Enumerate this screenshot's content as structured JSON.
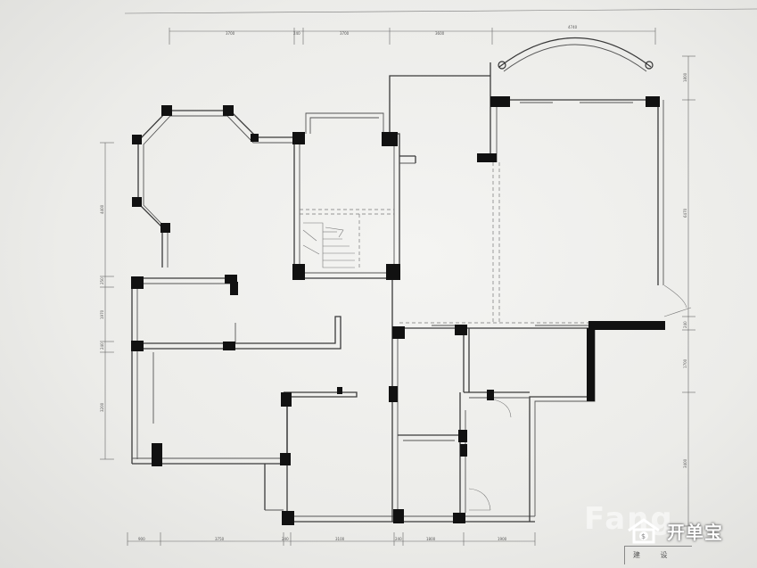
{
  "dimensions": {
    "top": [
      "3700",
      "240",
      "3700",
      "3600",
      "4740"
    ],
    "bottom": [
      "900",
      "3750",
      "240",
      "3100",
      "240",
      "1800",
      "1900"
    ],
    "left": [
      "4400",
      "250",
      "1970",
      "240",
      "3200"
    ],
    "right": [
      "1800",
      "6470",
      "240",
      "1700",
      "3400"
    ]
  },
  "watermark": {
    "text": "Fang"
  },
  "brand": {
    "name": "开单宝",
    "logo_icon": "house-dollar-icon",
    "color": "#ffffff"
  },
  "stamp": {
    "text": "建 设"
  }
}
